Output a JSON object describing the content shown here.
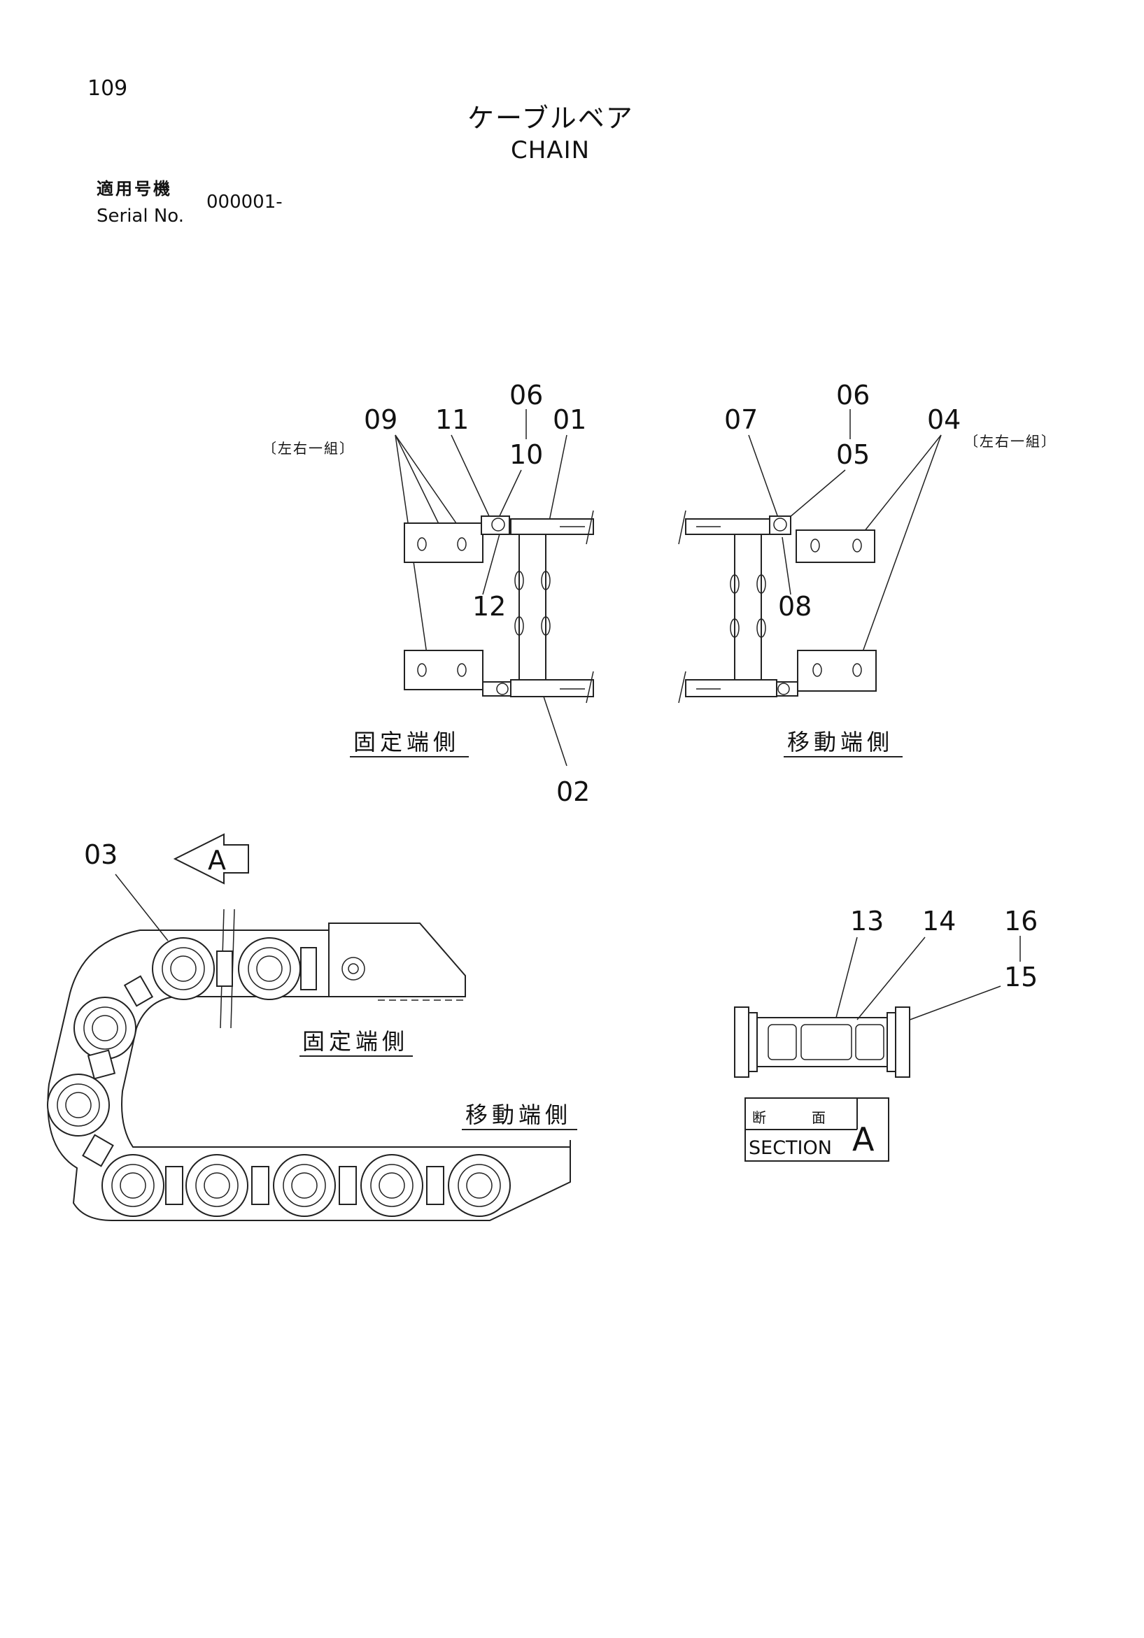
{
  "page_number": "109",
  "title": {
    "ja": "ケーブルベア",
    "en": "CHAIN"
  },
  "serial": {
    "label_ja": "適用号機",
    "label_en": "Serial No.",
    "value": "000001-"
  },
  "parts": {
    "p01": "01",
    "p02": "02",
    "p03": "03",
    "p04": "04",
    "p05": "05",
    "p06a": "06",
    "p06b": "06",
    "p07": "07",
    "p08": "08",
    "p09": "09",
    "p10": "10",
    "p11": "11",
    "p12": "12",
    "p13": "13",
    "p14": "14",
    "p15": "15",
    "p16": "16"
  },
  "notes": {
    "pair_left": "〔左右一組〕",
    "pair_right": "〔左右一組〕"
  },
  "labels": {
    "fixed_end_top": "固定端側",
    "moving_end_top": "移動端側",
    "fixed_end_bottom": "固定端側",
    "moving_end_bottom": "移動端側",
    "view_arrow": "A"
  },
  "section": {
    "ja_1": "断",
    "ja_2": "面",
    "en": "SECTION",
    "letter": "A"
  }
}
